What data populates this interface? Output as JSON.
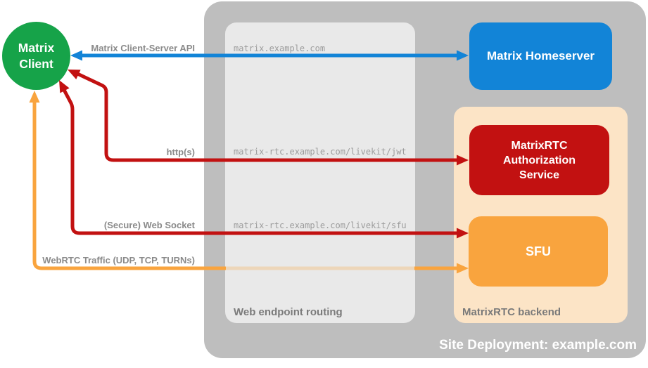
{
  "nodes": {
    "client_line1": "Matrix",
    "client_line2": "Client",
    "homeserver": "Matrix Homeserver",
    "auth_service": "MatrixRTC Authorization Service",
    "sfu": "SFU"
  },
  "containers": {
    "web_routing": "Web endpoint routing",
    "backend": "MatrixRTC backend",
    "site": "Site Deployment: example.com"
  },
  "endpoints": [
    "matrix.example.com",
    "matrix-rtc.example.com/livekit/jwt",
    "matrix-rtc.example.com/livekit/sfu"
  ],
  "arrows": [
    {
      "label": "Matrix Client-Server API",
      "color": "#1284d7",
      "style": "bidirectional"
    },
    {
      "label": "http(s)",
      "color": "#c21111",
      "style": "bidirectional-bent"
    },
    {
      "label": "(Secure) Web Socket",
      "color": "#c21111",
      "style": "bidirectional-bent"
    },
    {
      "label": "WebRTC Traffic (UDP, TCP, TURNs)",
      "color": "#f9a43e",
      "style": "bidirectional-bent"
    }
  ],
  "colors": {
    "green": "#16a349",
    "blue": "#1284d7",
    "red": "#c21111",
    "orange": "#f9a43e",
    "orange_faint": "#f9a43e",
    "peach": "#fce4c6",
    "outer_gray": "#bebebe",
    "inner_gray": "#e9e9e9",
    "label_gray": "#8a8a8a",
    "caption_gray": "#7a7a7a",
    "endpoint_gray": "#9c9c9c",
    "white": "#ffffff"
  }
}
